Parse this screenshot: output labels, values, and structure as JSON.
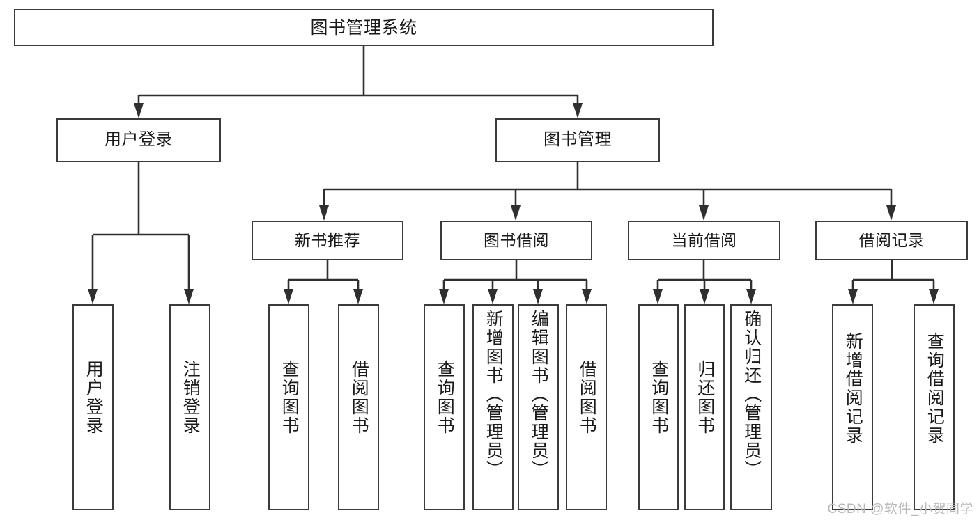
{
  "diagram": {
    "type": "tree",
    "title": "图书管理系统",
    "watermark": "CSDN @软件_小贺同学",
    "colors": {
      "stroke": "#3b3b3b",
      "line": "#2f2f2f",
      "background": "#ffffff",
      "text": "#1a1a1a",
      "watermark": "#b9b9b9"
    },
    "root": {
      "label": "图书管理系统"
    },
    "level2": [
      {
        "label": "用户登录"
      },
      {
        "label": "图书管理"
      }
    ],
    "level3": [
      {
        "label": "新书推荐"
      },
      {
        "label": "图书借阅"
      },
      {
        "label": "当前借阅"
      },
      {
        "label": "借阅记录"
      }
    ],
    "leaves": {
      "user_login": [
        {
          "label": "用户登录"
        },
        {
          "label": "注销登录"
        }
      ],
      "new_book_recommend": [
        {
          "label": "查询图书"
        },
        {
          "label": "借阅图书"
        }
      ],
      "book_borrow": [
        {
          "label": "查询图书"
        },
        {
          "label": "新增图书（管理员）"
        },
        {
          "label": "编辑图书（管理员）"
        },
        {
          "label": "借阅图书"
        }
      ],
      "current_borrow": [
        {
          "label": "查询图书"
        },
        {
          "label": "归还图书"
        },
        {
          "label": "确认归还（管理员）"
        }
      ],
      "borrow_records": [
        {
          "label": "新增借阅记录"
        },
        {
          "label": "查询借阅记录"
        }
      ]
    }
  }
}
